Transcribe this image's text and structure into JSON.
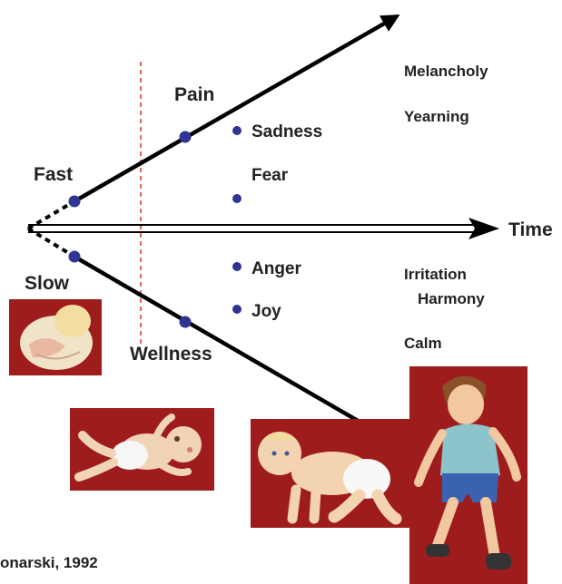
{
  "colors": {
    "line": "#000000",
    "dot": "#2f3592",
    "dashed_divider": "#e02020",
    "photo_background": "#9e1c1c"
  },
  "labels": {
    "pain": "Pain",
    "fast": "Fast",
    "slow": "Slow",
    "wellness": "Wellness",
    "time": "Time",
    "sadness": "Sadness",
    "fear": "Fear",
    "anger": "Anger",
    "joy": "Joy",
    "melancholy": "Melancholy",
    "yearning": "Yearning",
    "irritation": "Irritation",
    "harmony": "Harmony",
    "calm": "Calm"
  },
  "citation": "onarski, 1992",
  "images": [
    {
      "name": "curled-newborn-image",
      "depicts": "curled newborn infant"
    },
    {
      "name": "lying-baby-image",
      "depicts": "baby lying on back"
    },
    {
      "name": "crawling-baby-image",
      "depicts": "crawling baby"
    },
    {
      "name": "running-boy-image",
      "depicts": "running boy"
    }
  ]
}
